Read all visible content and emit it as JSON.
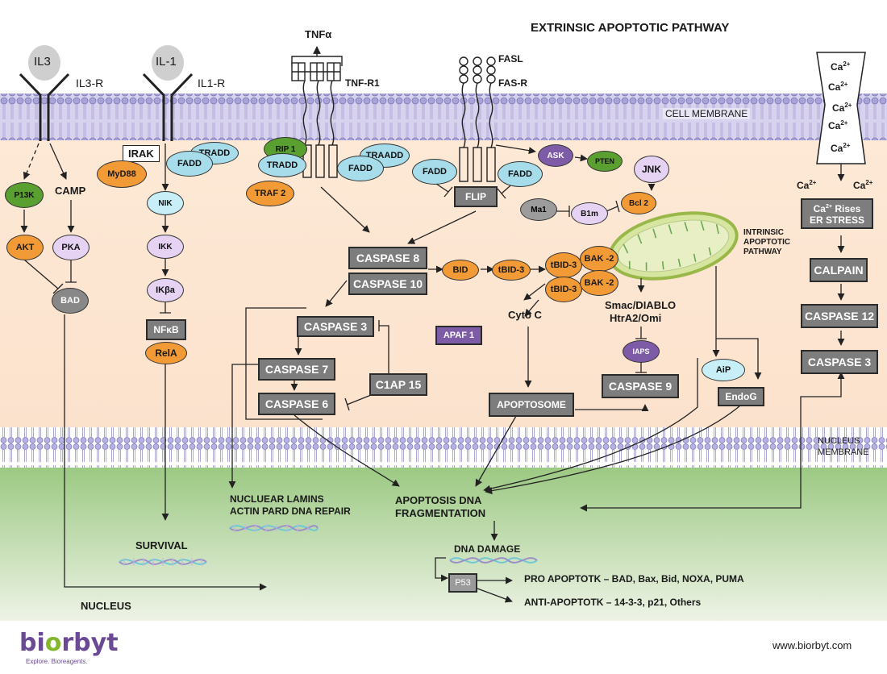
{
  "title": "EXTRINSIC APOPTOTIC PATHWAY",
  "membranes": {
    "cell": "CELL MEMBRANE",
    "nucleus": "NUCLEUS\nMEMBRANE"
  },
  "receptors": {
    "il3": "IL3",
    "il3r": "IL3-R",
    "il1": "IL-1",
    "il1r": "IL1-R",
    "tnfa": "TNFα",
    "tnfr1": "TNF-R1",
    "fasl": "FASL",
    "fasr": "FAS-R"
  },
  "calcium": {
    "ion": "Ca",
    "charge": "2+"
  },
  "nodes": {
    "p13k": "P13K",
    "camp": "CAMP",
    "akt": "AKT",
    "pka": "PKA",
    "bad": "BAD",
    "irak": "IRAK",
    "myd88": "MyD88",
    "fadd": "FADD",
    "tradd": "TRADD",
    "nik": "NIK",
    "ikk": "IKK",
    "ikba": "IKβa",
    "nfkb": "NFκB",
    "rela": "RelA",
    "rip1": "RIP 1",
    "traf2": "TRAF 2",
    "traadd": "TRAADD",
    "flip": "FLIP",
    "ask": "ASK",
    "pten": "PTEN",
    "jnk": "JNK",
    "ma1": "Ma1",
    "b1m": "B1m",
    "bcl2": "Bcl 2",
    "caspase8": "CASPASE 8",
    "caspase10": "CASPASE 10",
    "bid": "BID",
    "tbid3": "tBID-3",
    "bak2": "BAK -2",
    "cytoc": "Cyto C",
    "apaf1": "APAF 1",
    "caspase3": "CASPASE 3",
    "caspase7": "CASPASE 7",
    "caspase6": "CASPASE 6",
    "c1ap15": "C1AP 15",
    "apoptosome": "APOPTOSOME",
    "smac": "Smac/DIABLO",
    "htra2": "HtrA2/Omi",
    "iaps": "IAPS",
    "caspase9": "CASPASE 9",
    "intrinsic": "INTRINSIC\nAPOPTOTIC\nPATHWAY",
    "aip": "AiP",
    "endog": "EndoG",
    "ca_rises": "Rises",
    "er_stress": "ER STRESS",
    "calpain": "CALPAIN",
    "caspase12": "CASPASE 12",
    "caspase3b": "CASPASE 3"
  },
  "outcomes": {
    "lamins": "NUCLUEAR LAMINS\nACTIN PARD DNA REPAIR",
    "survival": "SURVIVAL",
    "fragmentation": "APOPTOSIS DNA\nFRAGMENTATION",
    "dna_damage": "DNA DAMAGE",
    "p53": "P53",
    "pro": "PRO APOPTOTK – BAD, Bax, Bid, NOXA, PUMA",
    "anti": "ANTI-APOPTOTK – 14-3-3, p21, Others",
    "nucleus": "NUCLEUS"
  },
  "brand": {
    "b": "bi",
    "o": "o",
    "rest": "rbyt",
    "tagline": "Explore. Bioreagents.",
    "url": "www.biorbyt.com"
  },
  "colors": {
    "cytoplasm": "#fce7d4",
    "nucleus": "#a9d08e",
    "membrane": "#c9c6e6",
    "box": "#7d7d7d"
  }
}
